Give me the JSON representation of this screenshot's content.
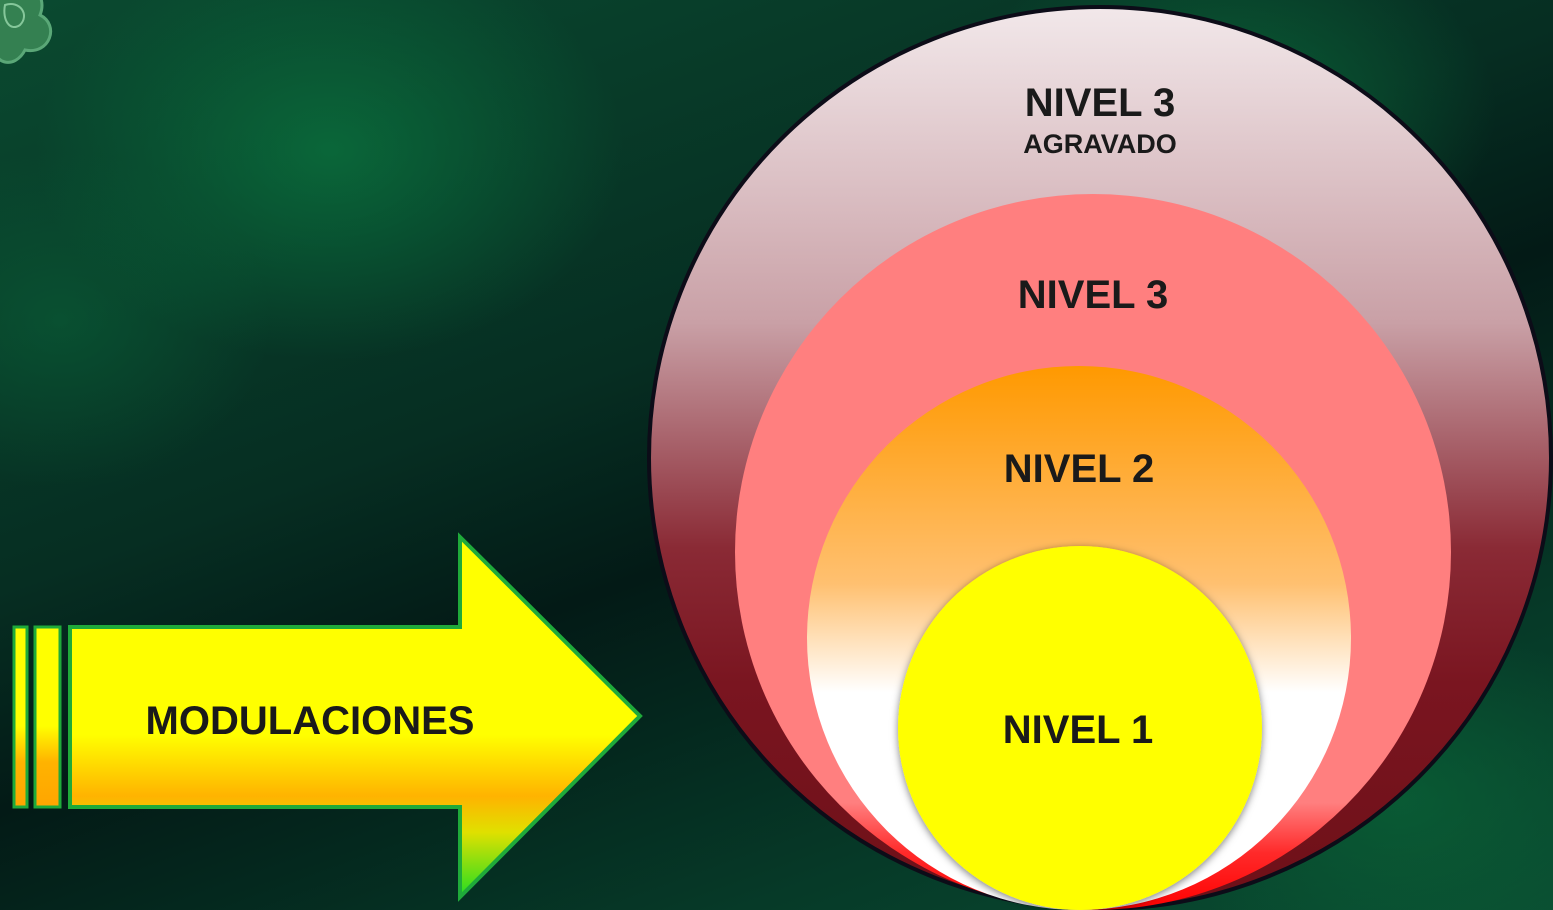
{
  "arrow": {
    "label": "MODULACIONES"
  },
  "levels": [
    {
      "title": "NIVEL 3",
      "subtitle": "AGRAVADO"
    },
    {
      "title": "NIVEL 3"
    },
    {
      "title": "NIVEL 2"
    },
    {
      "title": "NIVEL 1"
    }
  ],
  "colors": {
    "background": "#063428",
    "arrow_fill": "#ffff00",
    "arrow_border": "#1faa3a",
    "outer_circle_top": "#efe4e6",
    "outer_circle_bottom": "#7a1520",
    "nivel3_fill": "#ff7f7f",
    "nivel2_top": "#ff9900",
    "nivel2_bottom": "#ffffff",
    "nivel1_fill": "#ffff00"
  }
}
